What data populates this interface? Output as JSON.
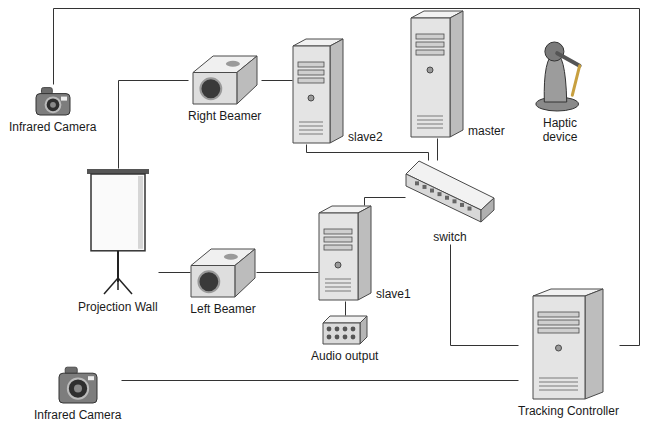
{
  "diagram": {
    "nodes": [
      {
        "text": [
          "Infrared Camera"
        ]
      },
      {
        "text": [
          "Right Beamer"
        ]
      },
      {
        "text": [
          "slave2"
        ]
      },
      {
        "text": [
          "master"
        ]
      },
      {
        "text": [
          "Haptic device"
        ]
      },
      {
        "text": [
          "Projection Wall"
        ]
      },
      {
        "text": [
          "switch"
        ]
      },
      {
        "text": [
          "slave1"
        ]
      },
      {
        "text": [
          "Left Beamer"
        ]
      },
      {
        "text": [
          "Audio output"
        ]
      },
      {
        "text": [
          "Infrared Camera"
        ]
      },
      {
        "text": [
          "Tracking Controller"
        ]
      }
    ],
    "edges": [
      {
        "from": 0,
        "to": 11,
        "arrow": "none"
      },
      {
        "from": 5,
        "to": 1,
        "arrow": "none"
      },
      {
        "from": 1,
        "to": 2,
        "arrow": "none"
      },
      {
        "from": 2,
        "to": 6,
        "arrow": "none"
      },
      {
        "from": 3,
        "to": 6,
        "arrow": "none"
      },
      {
        "from": 5,
        "to": 8,
        "arrow": "none"
      },
      {
        "from": 8,
        "to": 7,
        "arrow": "none"
      },
      {
        "from": 7,
        "to": 6,
        "arrow": "none"
      },
      {
        "from": 7,
        "to": 9,
        "arrow": "none"
      },
      {
        "from": 6,
        "to": 11,
        "arrow": "none"
      },
      {
        "from": 10,
        "to": 11,
        "arrow": "none"
      }
    ]
  }
}
